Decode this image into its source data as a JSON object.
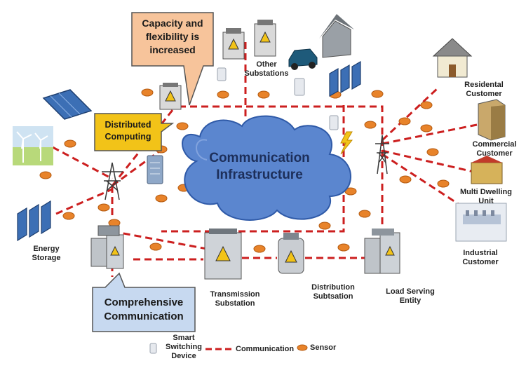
{
  "callouts": {
    "capacity": "Capacity and\nflexibility is\nincreased",
    "distributed": "Distributed\nComputing",
    "comprehensive": "Comprehensive\nCommunication"
  },
  "cloud": {
    "line1": "Communication",
    "line2": "Infrastructure"
  },
  "nodes": {
    "other_substations": "Other\nSubstations",
    "residential": "Residental\nCustomer",
    "commercial": "Commercial\nCustomer",
    "multi_dwelling": "Multi Dwelling\nUnit",
    "industrial": "Industrial\nCustomer",
    "energy_storage": "Energy\nStorage",
    "transmission": "Transmission\nSubstation",
    "distribution": "Distribution\nSubtsation",
    "load_serving": "Load Serving\nEntity"
  },
  "legend": {
    "switch": "Smart\nSwitching\nDevice",
    "communication": "Communication",
    "sensor": "Sensor"
  },
  "colors": {
    "comm_line": "#cc1f1f",
    "sensor": "#e8832a",
    "cloud": "#5b86cf",
    "callout_orange": "#f7c49b",
    "callout_yellow": "#f2c318",
    "callout_blue": "#c7d9f0"
  }
}
